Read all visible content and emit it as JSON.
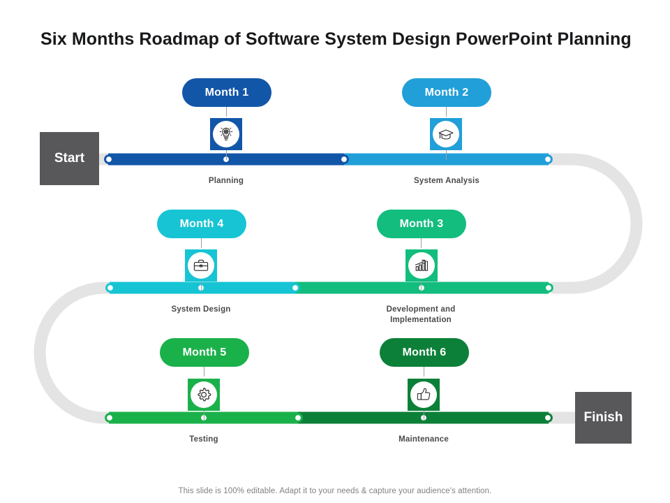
{
  "title": "Six Months Roadmap of Software System Design PowerPoint Planning",
  "footer": "This slide is 100% editable. Adapt it to your needs & capture your audience's attention.",
  "endpoints": {
    "start_label": "Start",
    "finish_label": "Finish",
    "box_color": "#58585a"
  },
  "track": {
    "inactive_color": "#e4e4e4",
    "row1_left_color": "#1256a8",
    "row1_right_color": "#219fd8",
    "row2_left_color": "#17c4d4",
    "row2_right_color": "#12bd7e",
    "row3_left_color": "#1bb14a",
    "row3_right_color": "#0c8038"
  },
  "milestones": [
    {
      "pill_label": "Month 1",
      "caption": "Planning",
      "caption_line2": "",
      "color": "#1256a8",
      "icon": "lightbulb-gear-icon"
    },
    {
      "pill_label": "Month 2",
      "caption": "System Analysis",
      "caption_line2": "",
      "color": "#219fd8",
      "icon": "graduation-cap-icon"
    },
    {
      "pill_label": "Month 4",
      "caption": "System Design",
      "caption_line2": "",
      "color": "#17c4d4",
      "icon": "briefcase-icon"
    },
    {
      "pill_label": "Month 3",
      "caption": "Development and",
      "caption_line2": "Implementation",
      "color": "#12bd7e",
      "icon": "growth-bar-chart-icon"
    },
    {
      "pill_label": "Month 5",
      "caption": "Testing",
      "caption_line2": "",
      "color": "#1bb14a",
      "icon": "gear-icon"
    },
    {
      "pill_label": "Month 6",
      "caption": "Maintenance",
      "caption_line2": "",
      "color": "#0c8038",
      "icon": "thumbs-up-icon"
    }
  ]
}
